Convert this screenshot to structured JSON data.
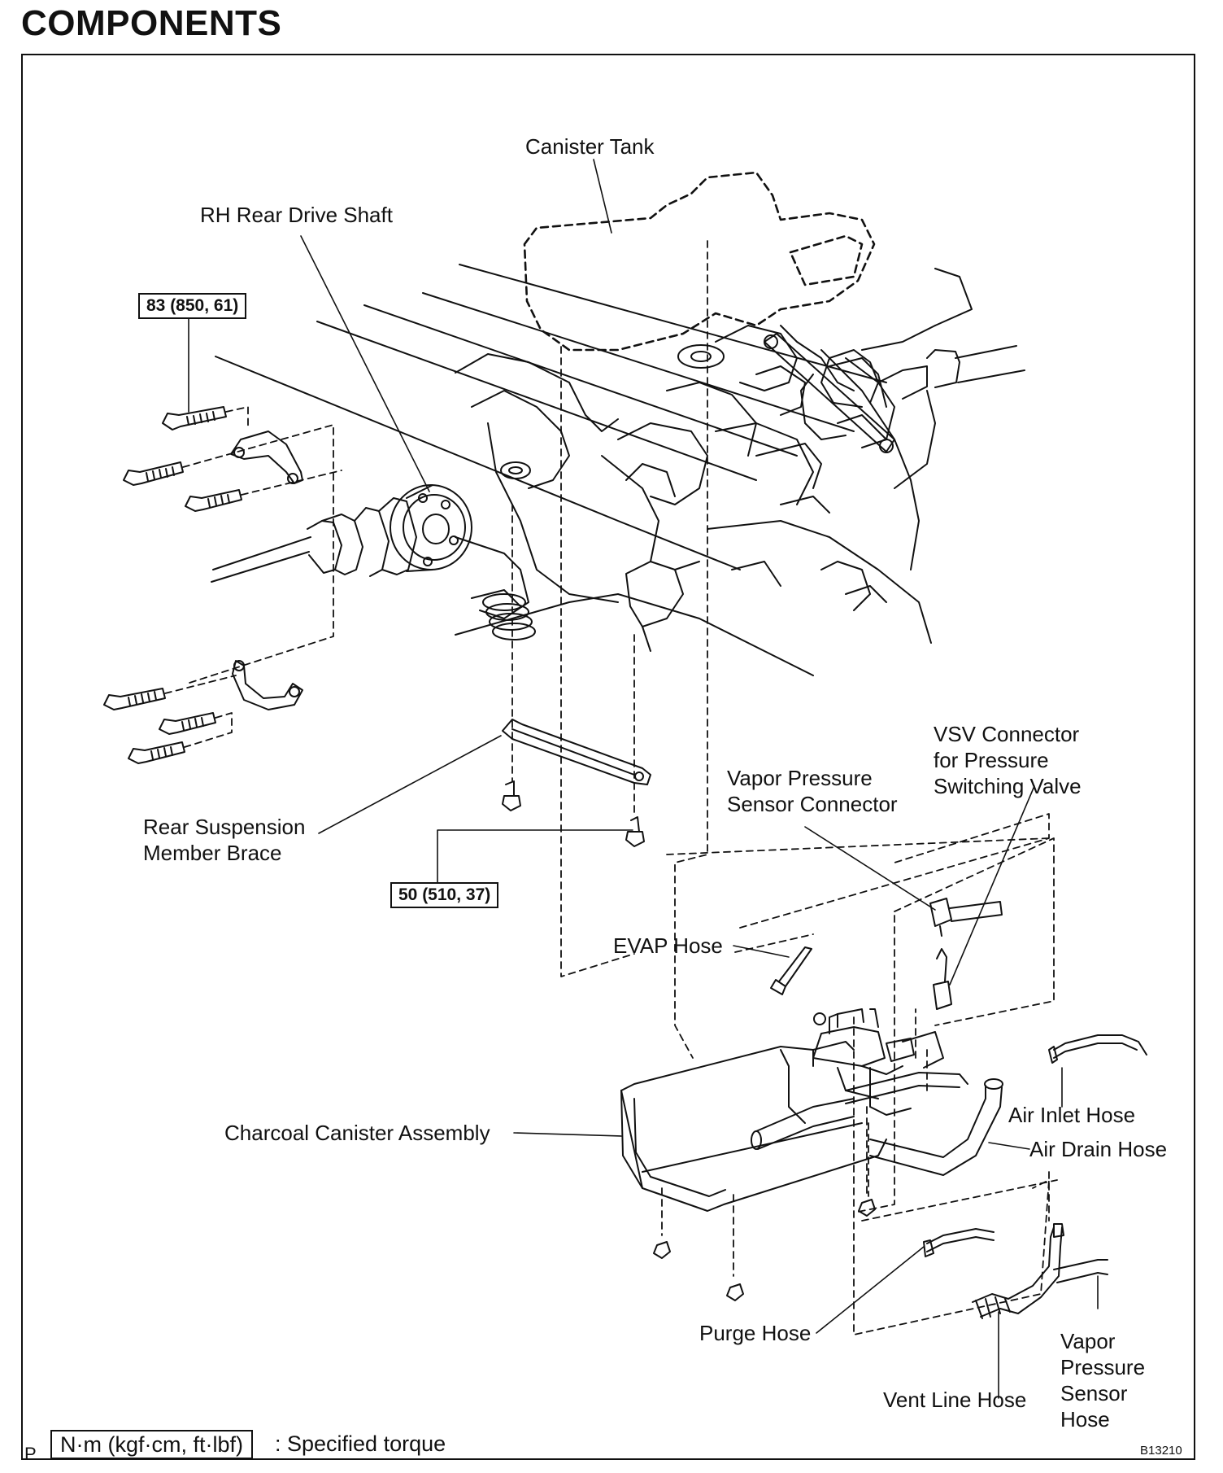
{
  "page": {
    "title": "COMPONENTS"
  },
  "labels": {
    "canister_tank": "Canister Tank",
    "rh_rear_drive_shaft": "RH Rear Drive Shaft",
    "rear_suspension_member_brace": "Rear Suspension\nMember Brace",
    "vapor_pressure_sensor_connector": "Vapor Pressure\nSensor Connector",
    "vsv_connector": "VSV Connector\nfor Pressure\nSwitching Valve",
    "evap_hose": "EVAP Hose",
    "charcoal_canister_assembly": "Charcoal Canister Assembly",
    "air_inlet_hose": "Air Inlet Hose",
    "air_drain_hose": "Air Drain Hose",
    "purge_hose": "Purge Hose",
    "vent_line_hose": "Vent Line Hose",
    "vapor_pressure_sensor_hose": "Vapor\nPressure\nSensor\nHose"
  },
  "torque_specs": {
    "drive_shaft_bolts": "83 (850, 61)",
    "brace_bolts": "50 (510, 37)"
  },
  "legend": {
    "box_text": "N·m (kgf·cm, ft·lbf)",
    "description": ": Specified torque",
    "corner_mark": "P",
    "figure_code": "B13210"
  }
}
